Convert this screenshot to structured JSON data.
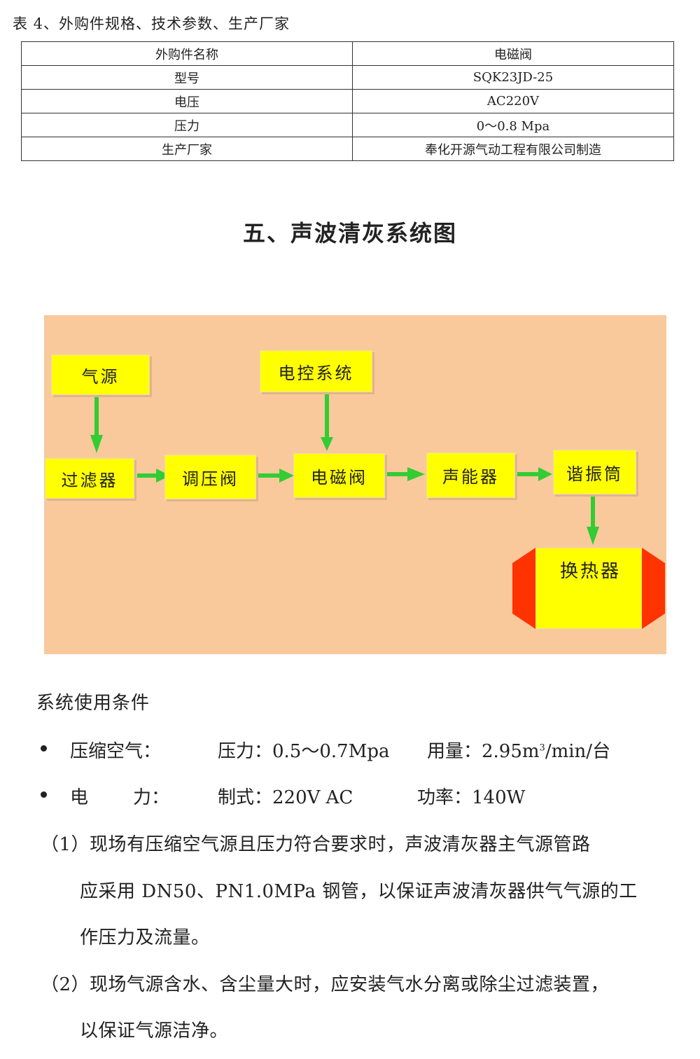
{
  "caption": "表 4、外购件规格、技术参数、生产厂家",
  "spec_table": {
    "rows": [
      {
        "label": "外购件名称",
        "value": "电磁阀"
      },
      {
        "label": "型号",
        "value": "SQK23JD-25"
      },
      {
        "label": "电压",
        "value": "AC220V"
      },
      {
        "label": "压力",
        "value": "0～0.8 Mpa"
      },
      {
        "label": "生产厂家",
        "value": "奉化开源气动工程有限公司制造"
      }
    ]
  },
  "section_title": "五、声波清灰系统图",
  "diagram": {
    "nodes": {
      "air_source": "气源",
      "control_system": "电控系统",
      "filter": "过滤器",
      "regulator": "调压阀",
      "solenoid": "电磁阀",
      "sound_generator": "声能器",
      "resonator": "谐振筒",
      "heat_exchanger": "换热器"
    },
    "colors": {
      "background": "#f9c99c",
      "node_fill": "#ffff00",
      "arrow": "#33cc33",
      "heat_exchanger_ends": "#ff3300"
    }
  },
  "conditions": {
    "title": "系统使用条件",
    "air": {
      "label": "压缩空气：",
      "pressure": "压力：0.5～0.7Mpa",
      "usage_prefix": "用量：2.95m",
      "usage_sup": "3",
      "usage_suffix": "/min/台"
    },
    "power": {
      "label_1": "电",
      "label_2": "力：",
      "system": "制式：220V AC",
      "rating": "功率：140W"
    },
    "para1": {
      "line1": "（1）现场有压缩空气源且压力符合要求时，声波清灰器主气源管路",
      "line2": "应采用 DN50、PN1.0MPa 钢管，以保证声波清灰器供气气源的工",
      "line3": "作压力及流量。"
    },
    "para2": {
      "line1": "（2）现场气源含水、含尘量大时，应安装气水分离或除尘过滤装置，",
      "line2": "以保证气源洁净。"
    }
  }
}
